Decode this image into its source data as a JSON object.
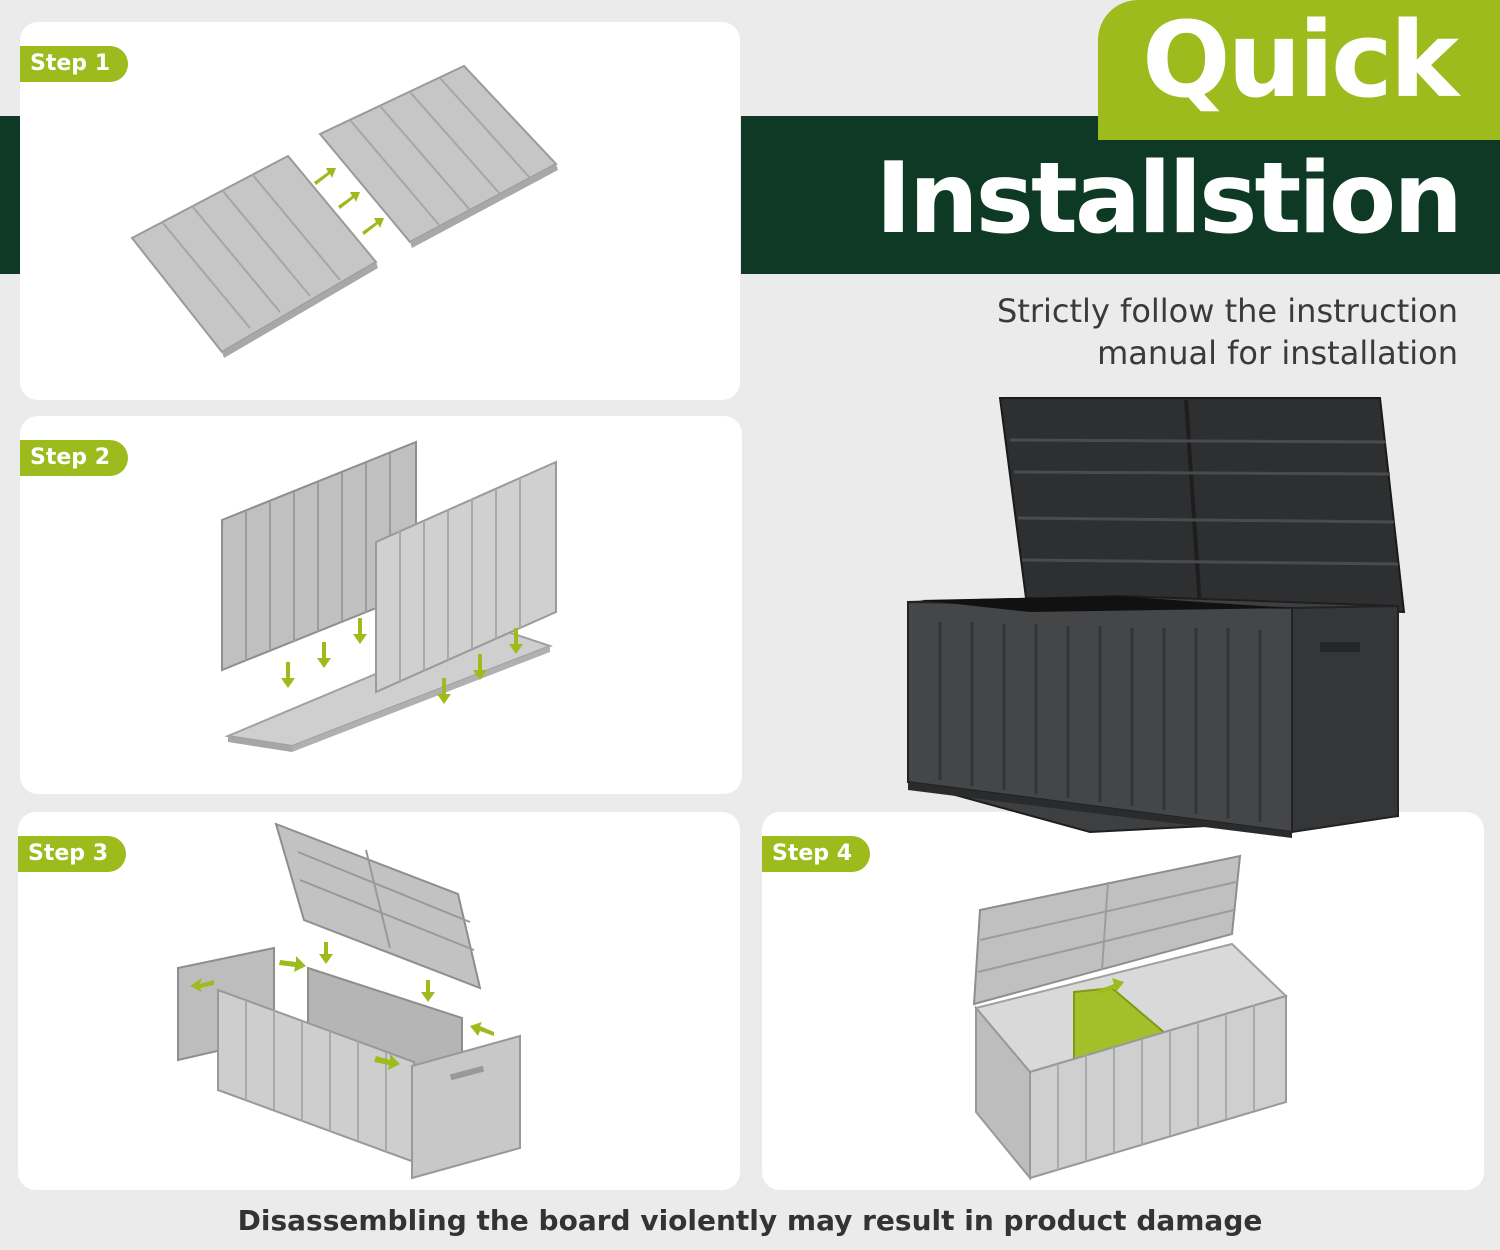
{
  "header": {
    "title_line1": "Quick",
    "title_line2": "Installstion",
    "subtitle_line1": "Strictly follow the instruction",
    "subtitle_line2": "manual for installation"
  },
  "steps": [
    {
      "label": "Step 1"
    },
    {
      "label": "Step 2"
    },
    {
      "label": "Step 3"
    },
    {
      "label": "Step 4"
    }
  ],
  "footer": {
    "warning": "Disassembling the board violently may result in product damage"
  },
  "colors": {
    "brand_green": "#0e3a25",
    "accent_lime": "#9dbb1c",
    "panel_gray": "#c4c4c4",
    "box_dark": "#3a3b3d"
  },
  "icons": [
    "arrow-right-icon",
    "arrow-down-icon",
    "arrow-left-icon"
  ]
}
